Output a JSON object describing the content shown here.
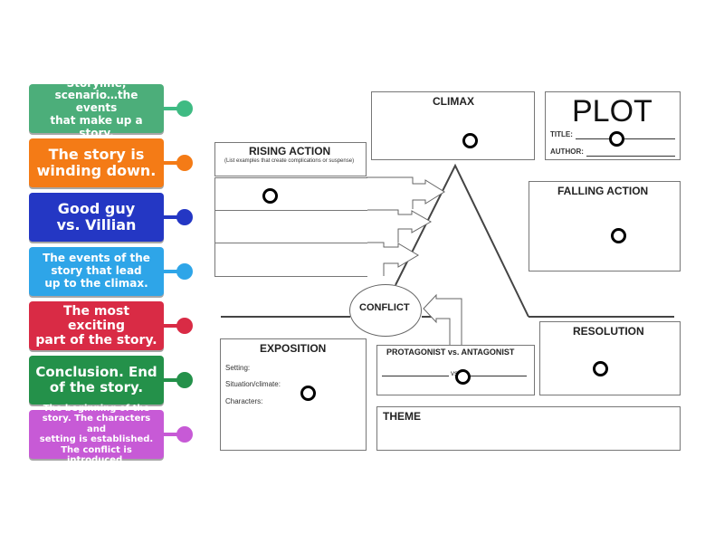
{
  "labels": [
    {
      "text": "Storyline,\nscenario…the events\nthat make up a story.",
      "color": "#4cae7a",
      "handle_color": "#3fbb83"
    },
    {
      "text": "The story is\nwinding down.",
      "color": "#f47b16",
      "handle_color": "#f47b16"
    },
    {
      "text": "Good guy\nvs. Villian",
      "color": "#2437c4",
      "handle_color": "#2437c4"
    },
    {
      "text": "The events of the\nstory that lead\nup to the climax.",
      "color": "#2ea5e8",
      "handle_color": "#2ea5e8"
    },
    {
      "text": "The most exciting\npart of the story.",
      "color": "#d92b45",
      "handle_color": "#d92b45"
    },
    {
      "text": "Conclusion. End\nof the story.",
      "color": "#24914a",
      "handle_color": "#24914a"
    },
    {
      "text": "The beginning of the\nstory. The characters and\nsetting is established.\nThe conflict is introduced.",
      "color": "#c75ad6",
      "handle_color": "#c75ad6"
    }
  ],
  "diagram": {
    "climax": "CLIMAX",
    "plot": "PLOT",
    "title_label": "TITLE:",
    "author_label": "AUTHOR:",
    "rising_action": "RISING ACTION",
    "rising_sub": "(List examples that create complications or suspense)",
    "falling_action": "FALLING ACTION",
    "conflict": "CONFLICT",
    "resolution": "RESOLUTION",
    "exposition": "EXPOSITION",
    "setting": "Setting:",
    "situation": "Situation/climate:",
    "characters": "Characters:",
    "protagonist": "PROTAGONIST vs. ANTAGONIST",
    "vs": "vs",
    "theme": "THEME"
  }
}
